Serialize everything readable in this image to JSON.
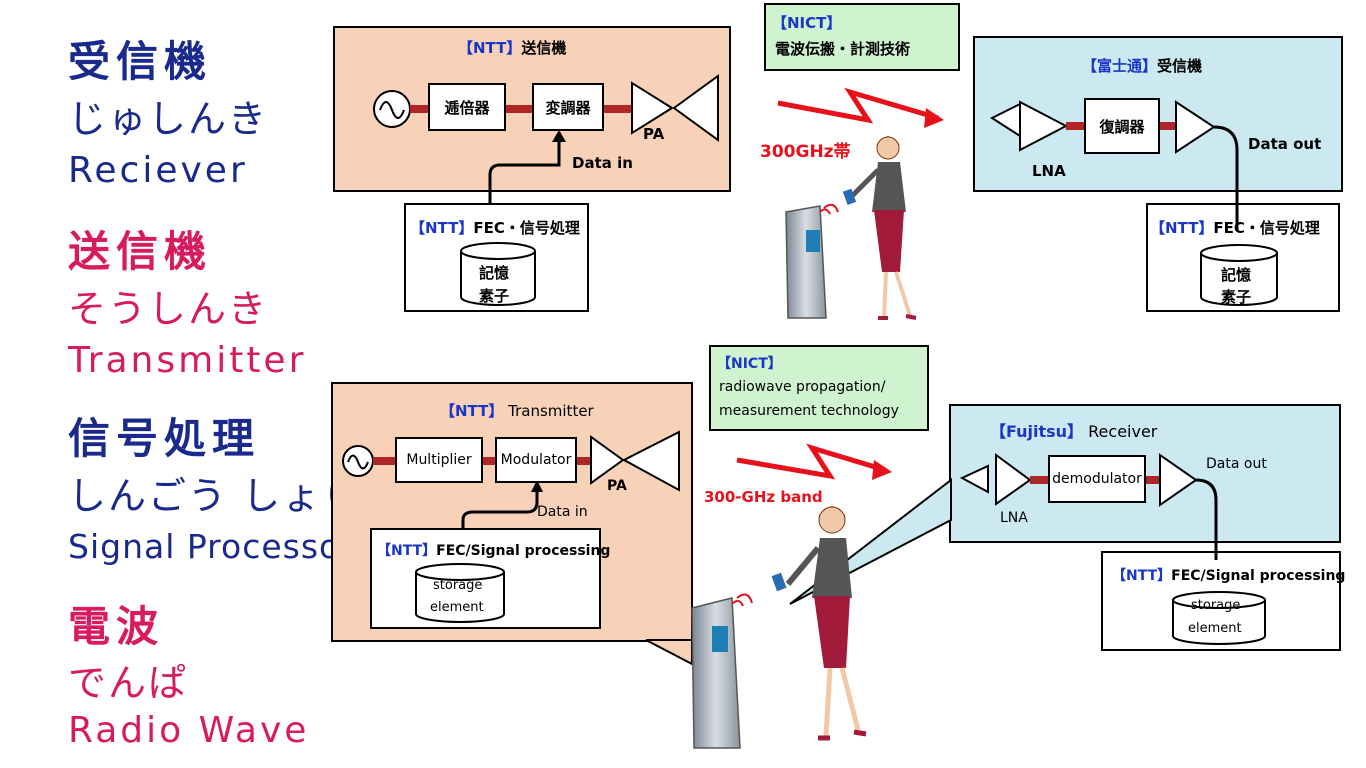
{
  "vocab": [
    {
      "kanji": "受信機",
      "kana": "じゅしんき",
      "roman": "Reciever",
      "color": "#1a2a8c"
    },
    {
      "kanji": "送信機",
      "kana": "そうしんき",
      "roman": "Transmitter",
      "color": "#d81b5e"
    },
    {
      "kanji": "信号処理",
      "kana": "しんごう しょり",
      "roman": "Signal Processor",
      "color": "#1a2a8c"
    },
    {
      "kanji": "電波",
      "kana": "でんぱ",
      "roman": "Radio Wave",
      "color": "#d81b5e"
    }
  ],
  "jp": {
    "tx_tag": "【NTT】",
    "tx_title": "送信機",
    "mult": "逓倍器",
    "mod": "変調器",
    "pa": "PA",
    "data_in": "Data in",
    "fec_tag": "【NTT】",
    "fec_title": "FEC・信号処理",
    "storage_1": "記憶",
    "storage_2": "素子",
    "nict_tag": "【NICT】",
    "nict_text": "電波伝搬・計測技術",
    "band": "300GHz帯",
    "rx_tag": "【富士通】",
    "rx_title": "受信機",
    "demod": "復調器",
    "lna": "LNA",
    "data_out": "Data out",
    "rfec_tag": "【NTT】",
    "rfec_title": "FEC・信号処理",
    "rstorage_1": "記憶",
    "rstorage_2": "素子"
  },
  "en": {
    "tx_tag": "【NTT】",
    "tx_title": " Transmitter",
    "mult": "Multiplier",
    "mod": "Modulator",
    "pa": "PA",
    "data_in": "Data in",
    "fec_tag": "【NTT】",
    "fec_title": "FEC/Signal processing",
    "storage_1": "storage",
    "storage_2": "element",
    "nict_tag": "【NICT】",
    "nict_line1": "radiowave propagation/",
    "nict_line2": "measurement technology",
    "band": "300-GHz band",
    "rx_tag": "【Fujitsu】",
    "rx_title": " Receiver",
    "demod": "demodulator",
    "lna": "LNA",
    "data_out": "Data out",
    "rfec_tag": "【NTT】",
    "rfec_title": "FEC/Signal processing",
    "rstorage_1": "storage",
    "rstorage_2": "element"
  },
  "colors": {
    "tx_bg": "#f8d2b8",
    "rx_bg": "#cce9f1",
    "nict_bg": "#cff3cf",
    "wave_arrow": "#e8101a",
    "tag_blue": "#1a36c8",
    "line_dark_red": "#8b1010"
  }
}
